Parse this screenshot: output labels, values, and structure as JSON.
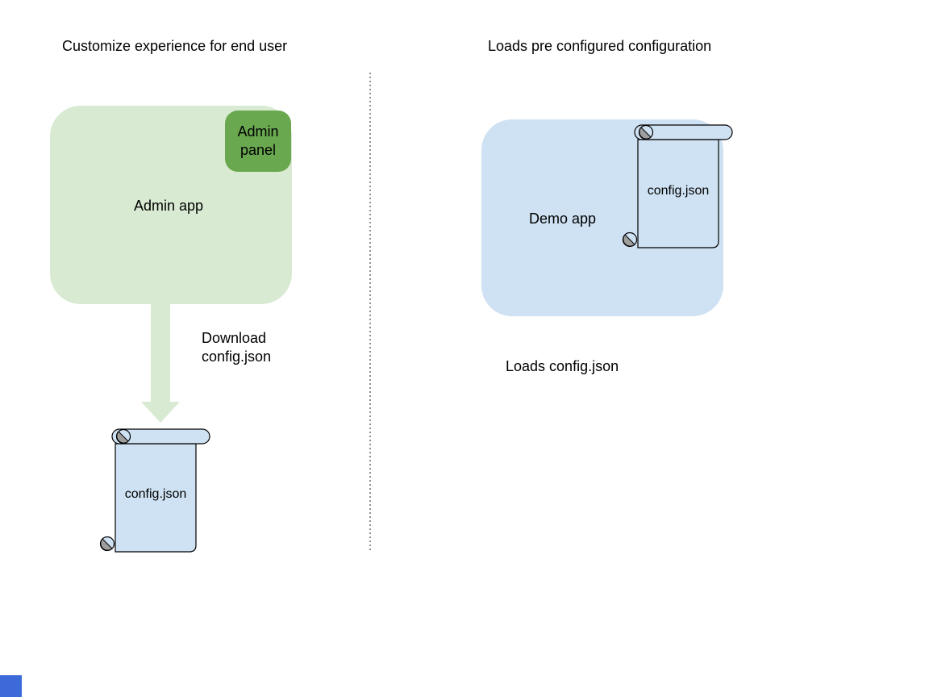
{
  "diagram": {
    "left": {
      "title": "Customize experience for end user",
      "admin_app_label": "Admin app",
      "admin_panel_label": "Admin panel",
      "download_note": "Download config.json",
      "config_file_label": "config.json"
    },
    "right": {
      "title": "Loads pre configured configuration",
      "demo_app_label": "Demo app",
      "config_file_label": "config.json",
      "loads_note": "Loads config.json"
    }
  },
  "colors": {
    "admin-box": "#d9ead3",
    "admin-panel": "#6aa84f",
    "arrow": "#d9ead3",
    "scroll-fill": "#cfe2f3",
    "demo-box": "#cfe2f3",
    "scroll-curl": "#9e9e9e",
    "outline": "#000000",
    "divider": "#8f8f8f",
    "corner-marker": "#3c6bd9",
    "text": "#000000"
  }
}
